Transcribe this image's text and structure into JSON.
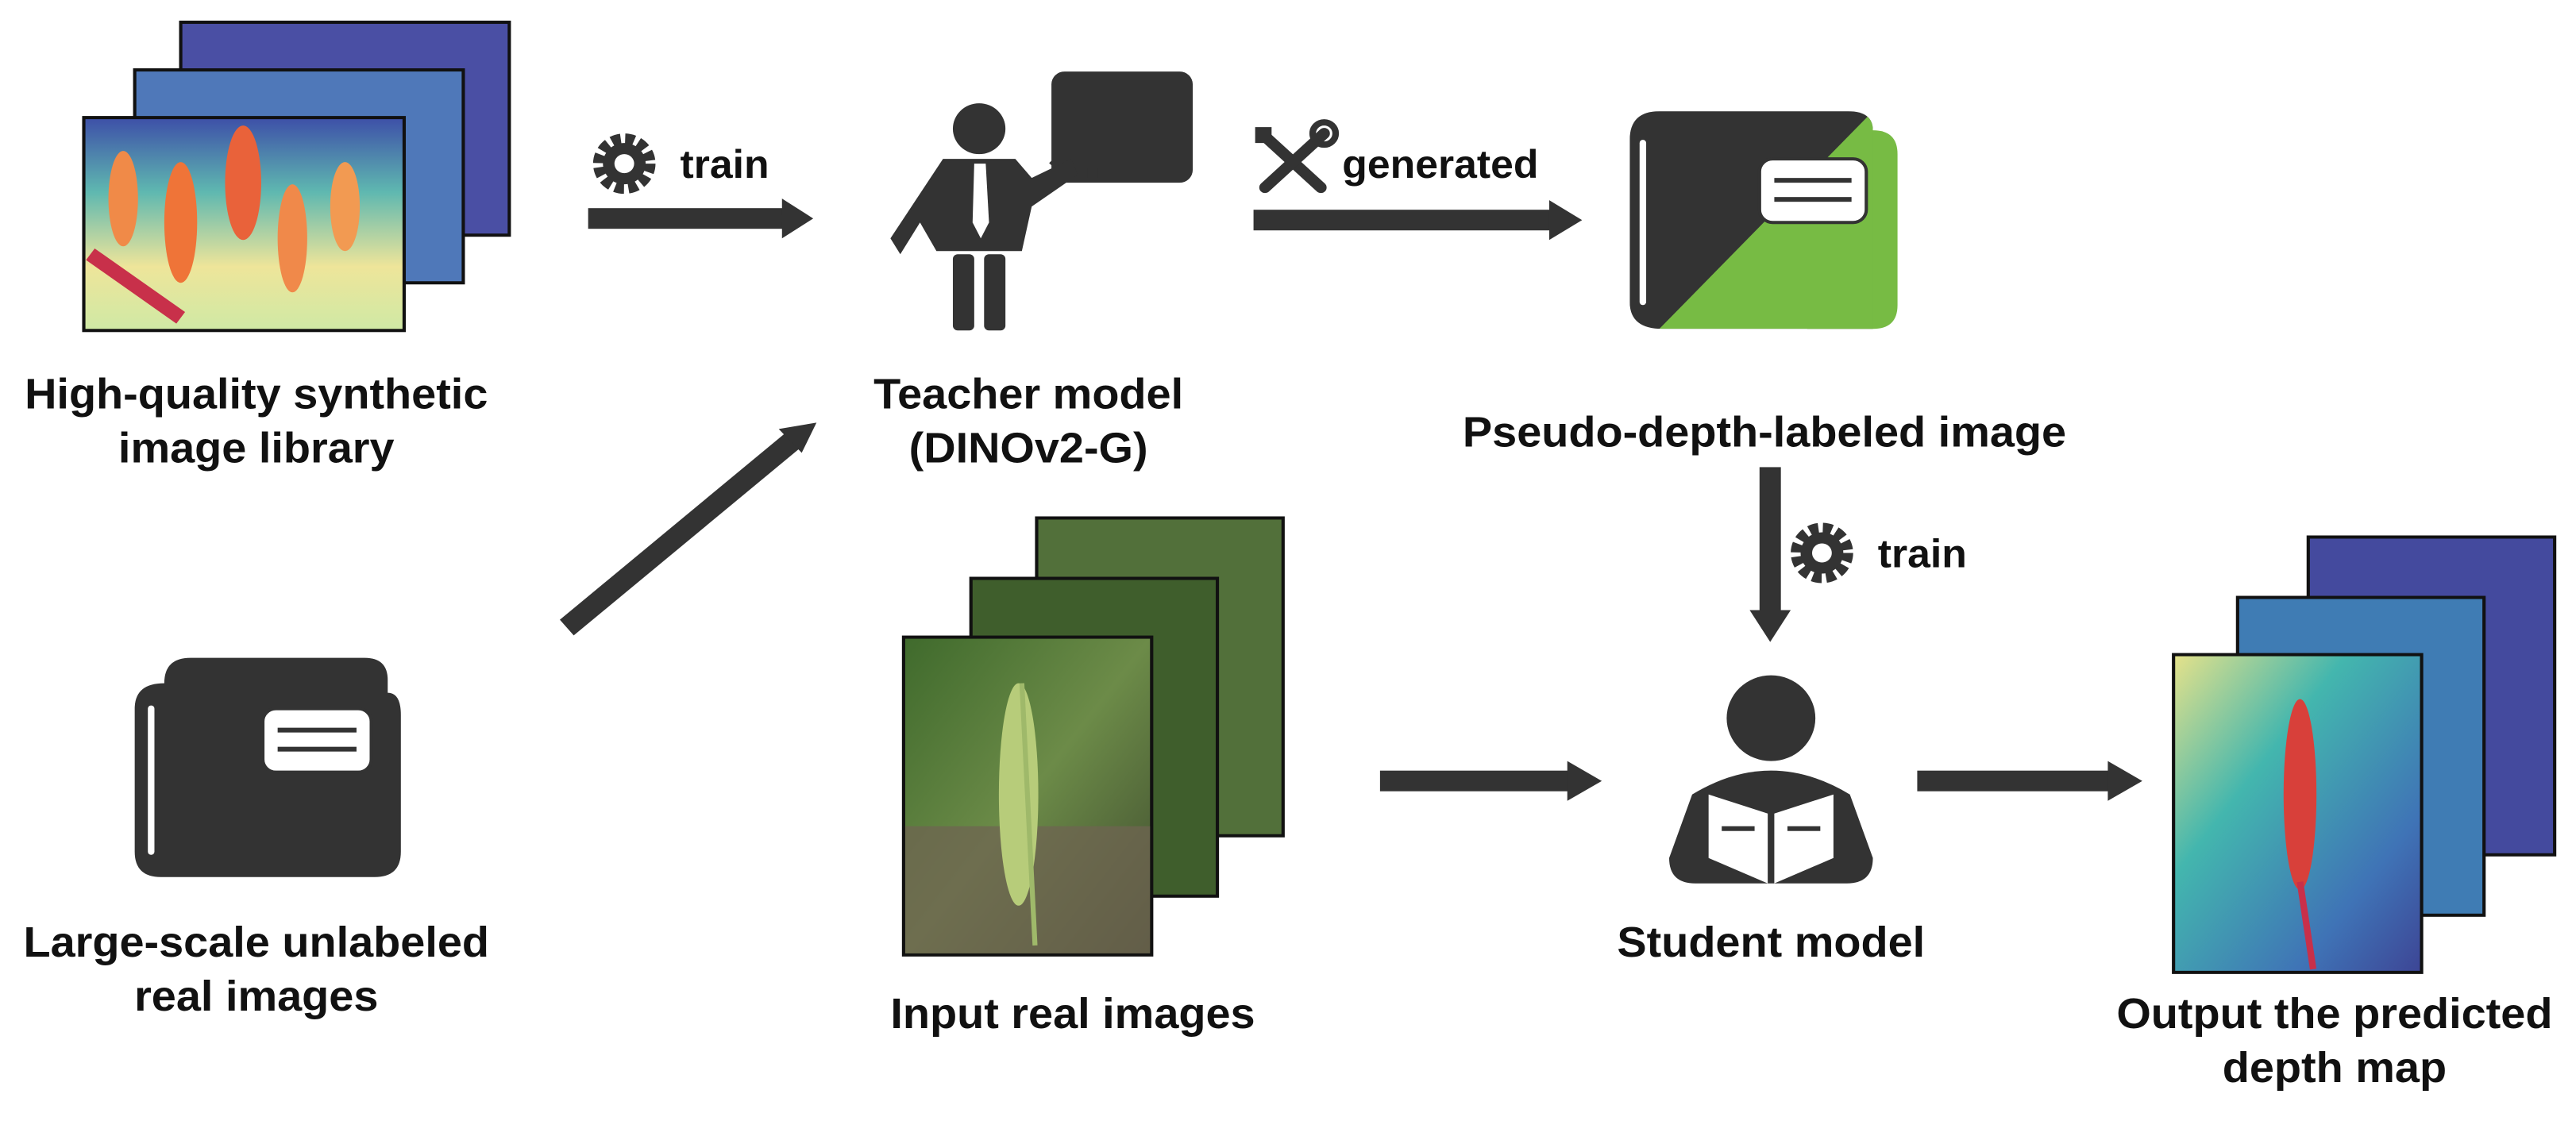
{
  "diagram": {
    "nodes": {
      "synthetic_library": {
        "lines": [
          "High-quality synthetic",
          "image library"
        ]
      },
      "teacher_model": {
        "lines": [
          "Teacher model",
          "(DINOv2-G)"
        ]
      },
      "pseudo_labeled": {
        "lines": [
          "Pseudo-depth-labeled image"
        ]
      },
      "unlabeled_real": {
        "lines": [
          "Large-scale unlabeled",
          "real images"
        ]
      },
      "input_real": {
        "lines": [
          "Input real images"
        ]
      },
      "student_model": {
        "lines": [
          "Student model"
        ]
      },
      "output_depth": {
        "lines": [
          "Output the predicted",
          "depth map"
        ]
      }
    },
    "edges": {
      "train_1": {
        "label": "train",
        "icon": "gear-icon"
      },
      "generated": {
        "label": "generated",
        "icon": "tools-icon"
      },
      "train_2": {
        "label": "train",
        "icon": "gear-icon"
      },
      "unlabeled_to_teacher": {
        "label": ""
      },
      "input_to_student": {
        "label": ""
      },
      "student_to_output": {
        "label": ""
      }
    },
    "colors": {
      "icon_dark": "#333333",
      "accent_green": "#77bb44",
      "text": "#111111"
    }
  }
}
